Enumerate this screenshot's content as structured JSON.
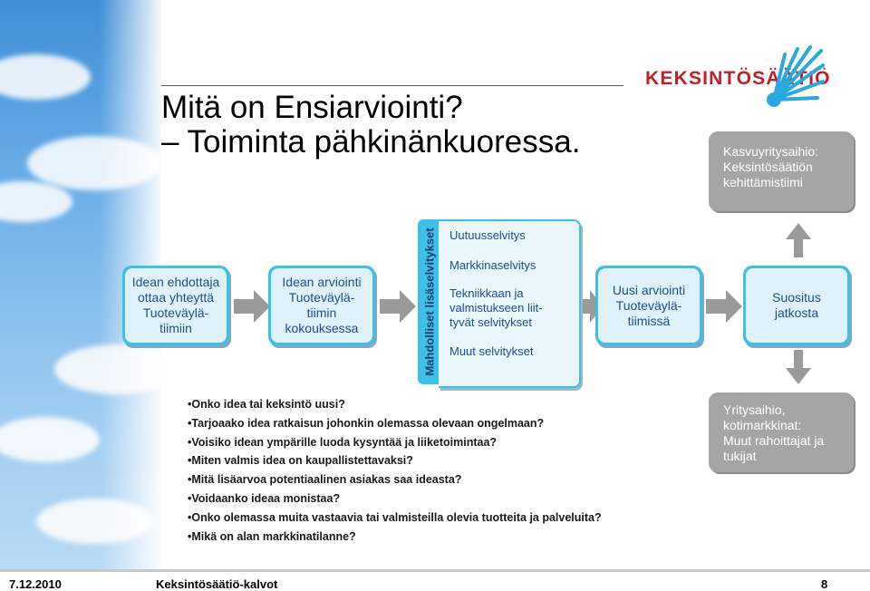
{
  "title": {
    "line1": "Mitä on Ensiarviointi?",
    "line2": "– Toiminta pähkinänkuoressa."
  },
  "logo": {
    "text": "KEKSINTÖSÄÄTIÖ",
    "icon": "star-burst-logo-icon",
    "color": "#c0202a"
  },
  "kasvu_box": {
    "line1": "Kasvuyritysaihio:",
    "line2": "Keksintösäätiön",
    "line3": "kehittämistiimi"
  },
  "flow": {
    "box1": "Idean ehdottaja\nottaa yhteyttä\nTuoteväylä-\ntiimiin",
    "box2": "Idean arviointi\nTuoteväylä-\ntiimin\nkokouksessa",
    "side_label": "Mahdolliset lisäselvitykset",
    "list": [
      "Uutuusselvitys",
      "Markkinaselvitys",
      "Tekniikkaan ja\nvalmistukseen liit-\ntyvät selvitykset",
      "Muut selvitykset"
    ],
    "box3": "Uusi arviointi\nTuoteväylä-\ntiimissä",
    "box4": "Suositus\njatkosta"
  },
  "yritys_box": {
    "line1": "Yritysaihio,",
    "line2": "kotimarkkinat:",
    "line3": "Muut rahoittajat ja",
    "line4": "tukijat"
  },
  "questions": [
    "•Onko idea tai keksintö uusi?",
    "•Tarjoaako idea ratkaisun johonkin olemassa olevaan ongelmaan?",
    "•Voisiko idean ympärille luoda kysyntää ja liiketoimintaa?",
    "•Miten valmis idea on kaupallistettavaksi?",
    "•Mitä lisäarvoa potentiaalinen asiakas saa ideasta?",
    "•Voidaanko ideaa monistaa?",
    "•Onko olemassa muita vastaavia tai valmisteilla olevia tuotteita ja palveluita?",
    "•Mikä on alan markkinatilanne?"
  ],
  "footer": {
    "date": "7.12.2010",
    "source": "Keksintösäätiö-kalvot",
    "page": "8"
  },
  "colors": {
    "accent_blue": "#3ec0ea",
    "box_fill": "#dff2fb",
    "grey_box": "#a5a5a5",
    "brand_red": "#c0202a"
  }
}
